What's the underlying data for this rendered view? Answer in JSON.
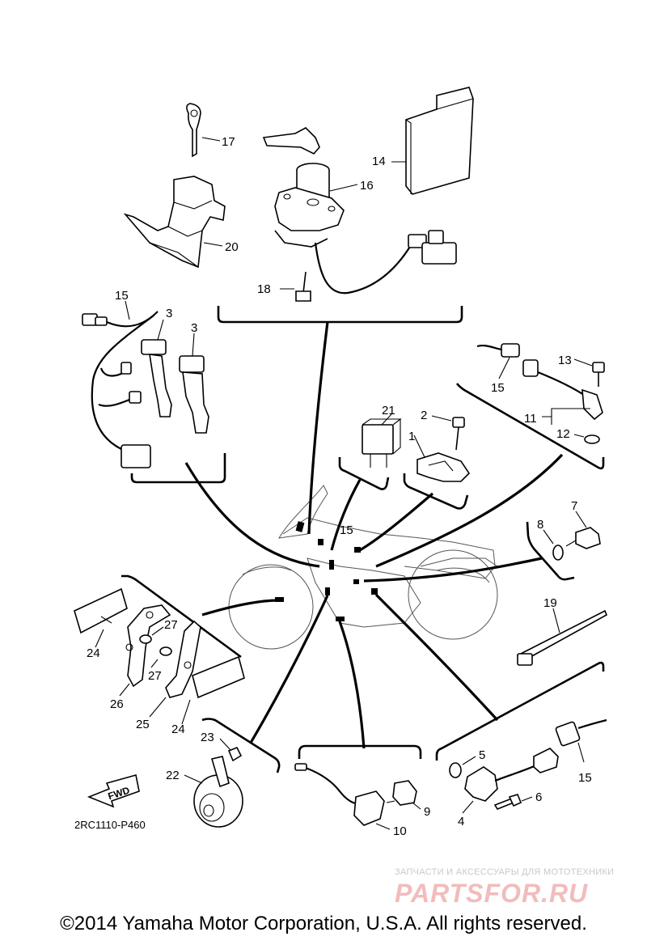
{
  "diagram": {
    "callouts": {
      "c1": "1",
      "c2": "2",
      "c3a": "3",
      "c3b": "3",
      "c4": "4",
      "c5": "5",
      "c6": "6",
      "c7": "7",
      "c8": "8",
      "c9": "9",
      "c10": "10",
      "c11": "11",
      "c12": "12",
      "c13": "13",
      "c14": "14",
      "c15a": "15",
      "c15b": "15",
      "c15c": "15",
      "c15d": "15",
      "c16": "16",
      "c17": "17",
      "c18": "18",
      "c19": "19",
      "c20": "20",
      "c21": "21",
      "c22": "22",
      "c23": "23",
      "c24a": "24",
      "c24b": "24",
      "c25": "25",
      "c26": "26",
      "c27a": "27",
      "c27b": "27"
    },
    "fwd_label": "FWD",
    "drawing_code": "2RC1110-P460",
    "watermark_line": "ЗАПЧАСТИ И АКСЕССУАРЫ ДЛЯ МОТОТЕХНИКИ",
    "watermark_logo": "PARTSFOR.RU",
    "copyright": "©2014 Yamaha Motor Corporation, U.S.A. All rights reserved."
  },
  "colors": {
    "ink": "#000000",
    "watermark": "#f2bcbc"
  }
}
